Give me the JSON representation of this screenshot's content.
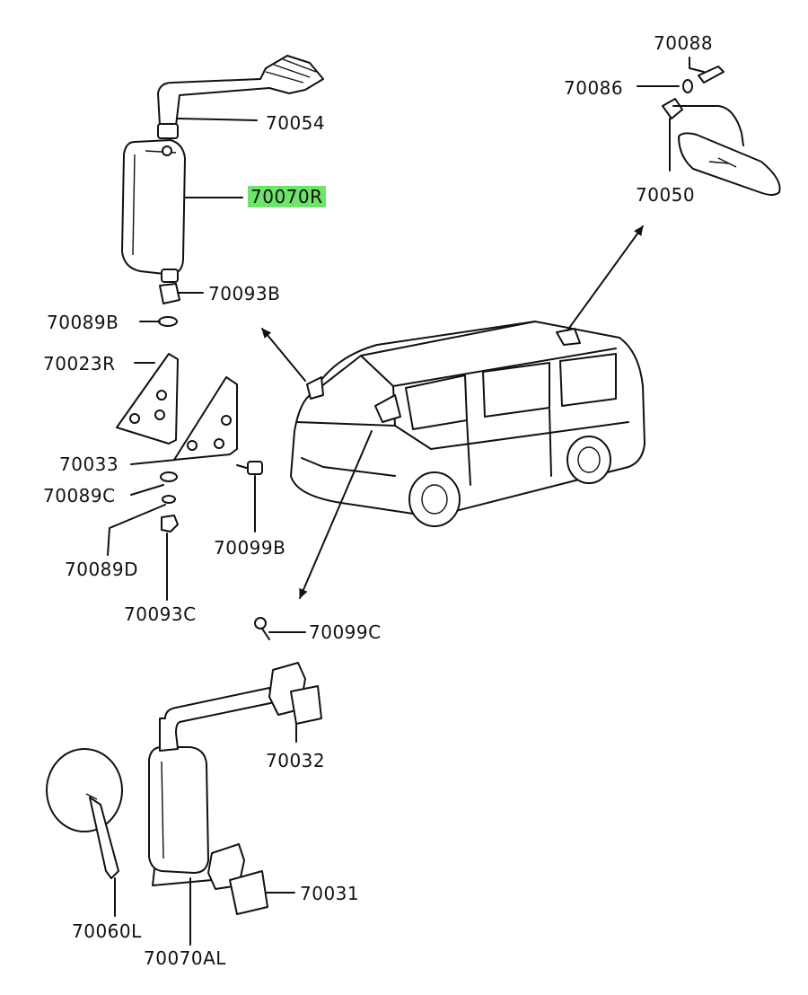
{
  "diagram": {
    "highlight_color": "#6ee56a",
    "parts": [
      {
        "id": "70054",
        "label": "70054"
      },
      {
        "id": "70070R",
        "label": "70070R",
        "highlighted": true
      },
      {
        "id": "70093B",
        "label": "70093B"
      },
      {
        "id": "70089B",
        "label": "70089B"
      },
      {
        "id": "70023R",
        "label": "70023R"
      },
      {
        "id": "70033",
        "label": "70033"
      },
      {
        "id": "70089C",
        "label": "70089C"
      },
      {
        "id": "70089D",
        "label": "70089D"
      },
      {
        "id": "70093C",
        "label": "70093C"
      },
      {
        "id": "70099B",
        "label": "70099B"
      },
      {
        "id": "70099C",
        "label": "70099C"
      },
      {
        "id": "70088",
        "label": "70088"
      },
      {
        "id": "70086",
        "label": "70086"
      },
      {
        "id": "70050",
        "label": "70050"
      },
      {
        "id": "70032",
        "label": "70032"
      },
      {
        "id": "70031",
        "label": "70031"
      },
      {
        "id": "70060L",
        "label": "70060L"
      },
      {
        "id": "70070AL",
        "label": "70070AL"
      }
    ]
  }
}
